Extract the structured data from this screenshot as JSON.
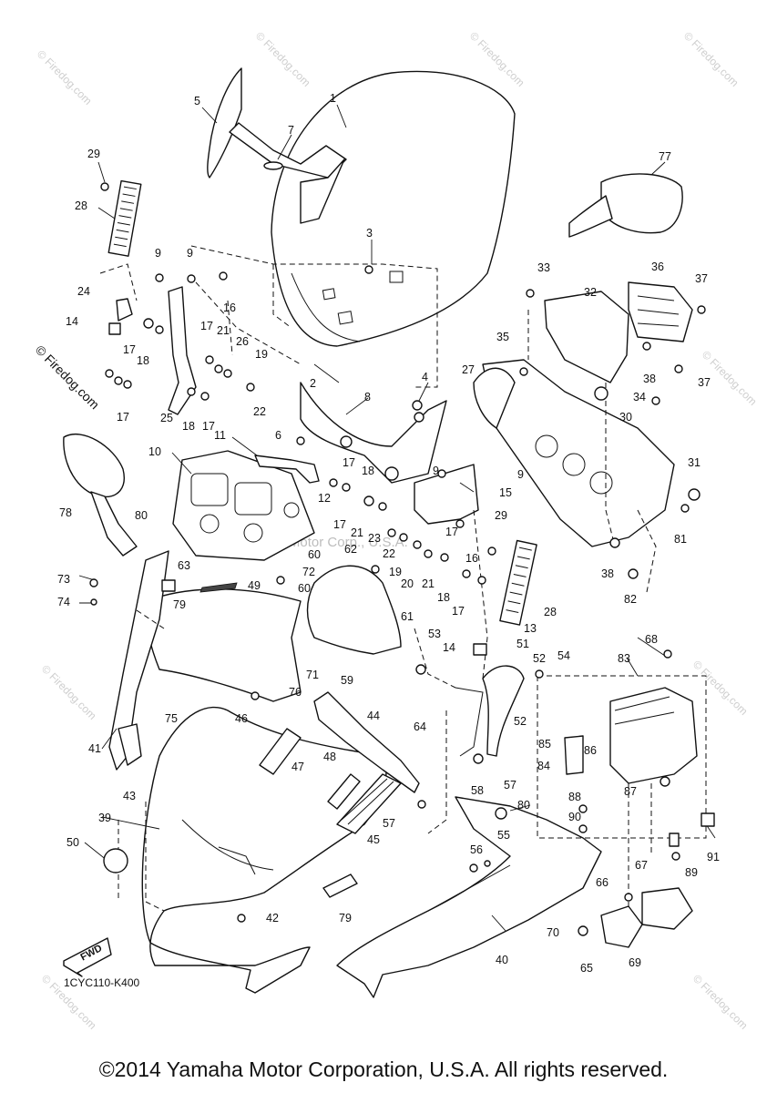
{
  "diagram_code": "1CYC110-K400",
  "fwd_label": "FWD",
  "watermark": "© Firedog.com",
  "center_watermark": "Yamaha Motor Corp., U.S.A.",
  "copyright": "©2014 Yamaha Motor Corporation, U.S.A. All rights reserved.",
  "part_numbers": [
    "1",
    "2",
    "3",
    "4",
    "5",
    "6",
    "7",
    "8",
    "9",
    "10",
    "11",
    "12",
    "13",
    "14",
    "15",
    "16",
    "17",
    "18",
    "19",
    "20",
    "21",
    "22",
    "23",
    "24",
    "25",
    "26",
    "27",
    "28",
    "29",
    "30",
    "31",
    "32",
    "33",
    "34",
    "35",
    "36",
    "37",
    "38",
    "39",
    "40",
    "41",
    "42",
    "43",
    "44",
    "45",
    "46",
    "47",
    "48",
    "49",
    "50",
    "51",
    "52",
    "53",
    "54",
    "55",
    "56",
    "57",
    "58",
    "59",
    "60",
    "61",
    "62",
    "63",
    "64",
    "65",
    "66",
    "67",
    "68",
    "69",
    "70",
    "71",
    "72",
    "73",
    "74",
    "75",
    "76",
    "77",
    "78",
    "79",
    "80",
    "81",
    "82",
    "83",
    "84",
    "85",
    "86",
    "87",
    "88",
    "89",
    "90",
    "91"
  ]
}
